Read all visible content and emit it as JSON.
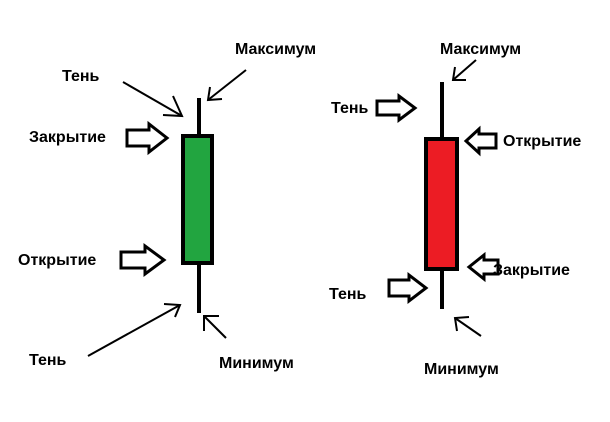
{
  "colors": {
    "bullish_body": "#22a540",
    "bearish_body": "#ec1c24",
    "outline": "#000000",
    "arrow_fill": "#ffffff"
  },
  "bullish": {
    "body_color_name": "green",
    "labels": {
      "high": "Максимум",
      "upper_shadow": "Тень",
      "close": "Закрытие",
      "open": "Открытие",
      "lower_shadow": "Тень",
      "low": "Минимум"
    }
  },
  "bearish": {
    "body_color_name": "red",
    "labels": {
      "high": "Максимум",
      "upper_shadow": "Тень",
      "open": "Открытие",
      "close": "Закрытие",
      "lower_shadow": "Тень",
      "low": "Минимум"
    }
  }
}
